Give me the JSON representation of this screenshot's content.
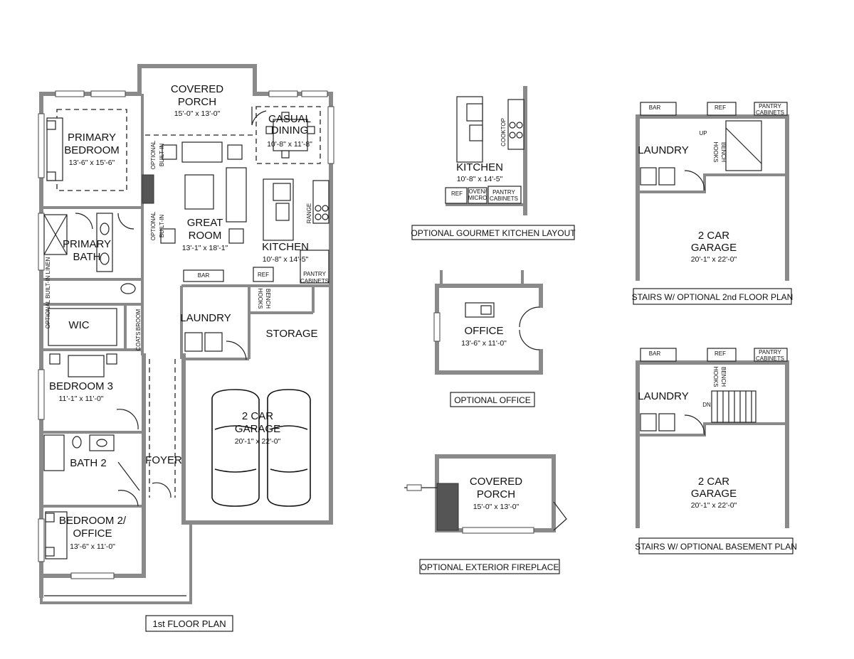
{
  "first_floor": {
    "title": "1st FLOOR PLAN",
    "rooms": [
      {
        "name": "COVERED\nPORCH",
        "dim": "15'-0\" x 13'-0\""
      },
      {
        "name": "CASUAL\nDINING",
        "dim": "10'-8\" x 11'-8\""
      },
      {
        "name": "PRIMARY\nBEDROOM",
        "dim": "13'-6\" x 15'-6\""
      },
      {
        "name": "GREAT\nROOM",
        "dim": "13'-1\" x 18'-1\""
      },
      {
        "name": "KITCHEN",
        "dim": "10'-8\" x 14'-5\""
      },
      {
        "name": "PRIMARY\nBATH",
        "dim": ""
      },
      {
        "name": "LAUNDRY",
        "dim": ""
      },
      {
        "name": "STORAGE",
        "dim": ""
      },
      {
        "name": "WIC",
        "dim": ""
      },
      {
        "name": "BEDROOM 3",
        "dim": "11'-1\" x 11'-0\""
      },
      {
        "name": "2 CAR\nGARAGE",
        "dim": "20'-1\" x 22'-0\""
      },
      {
        "name": "BATH 2",
        "dim": ""
      },
      {
        "name": "FOYER",
        "dim": ""
      },
      {
        "name": "BEDROOM 2/\nOFFICE",
        "dim": "13'-6\" x 11'-0\""
      }
    ],
    "notes": {
      "optional_built_in": "OPTIONAL BUILT-IN",
      "optional": "OPTIONAL",
      "built_in": "BUILT-IN",
      "range": "RANGE",
      "bar": "BAR",
      "ref": "REF",
      "pantry_cabinets": "PANTRY\nCABINETS",
      "hooks": "HOOKS",
      "bench": "BENCH",
      "broom": "BROOM",
      "coats": "COATS",
      "linen": "OPTIONAL BUILT-IN LINEN"
    }
  },
  "gourmet_kitchen": {
    "title": "OPTIONAL  GOURMET KITCHEN LAYOUT",
    "room": "KITCHEN",
    "dim": "10'-8\" x 14'-5\"",
    "cooktop": "COOKTOP",
    "ref": "REF",
    "oven_micro": "OVEN/\nMICRO",
    "pantry_cabinets": "PANTRY\nCABINETS"
  },
  "optional_office": {
    "title": "OPTIONAL  OFFICE",
    "room": "OFFICE",
    "dim": "13'-6\" x 11'-0\""
  },
  "exterior_fireplace": {
    "title": "OPTIONAL  EXTERIOR FIREPLACE",
    "room": "COVERED\nPORCH",
    "dim": "15'-0\" x 13'-0\""
  },
  "stairs_2nd_floor": {
    "title": "STAIRS W/ OPTIONAL 2nd FLOOR PLAN",
    "laundry": "LAUNDRY",
    "garage": "2 CAR\nGARAGE",
    "garage_dim": "20'-1\" x 22'-0\"",
    "bar": "BAR",
    "ref": "REF",
    "pantry_cabinets": "PANTRY\nCABINETS",
    "up": "UP",
    "hooks": "HOOKS",
    "bench": "BENCH"
  },
  "stairs_basement": {
    "title": "STAIRS W/ OPTIONAL BASEMENT PLAN",
    "laundry": "LAUNDRY",
    "garage": "2 CAR\nGARAGE",
    "garage_dim": "20'-1\" x 22'-0\"",
    "bar": "BAR",
    "ref": "REF",
    "pantry_cabinets": "PANTRY\nCABINETS",
    "dn": "DN",
    "hooks": "HOOKS",
    "bench": "BENCH"
  }
}
